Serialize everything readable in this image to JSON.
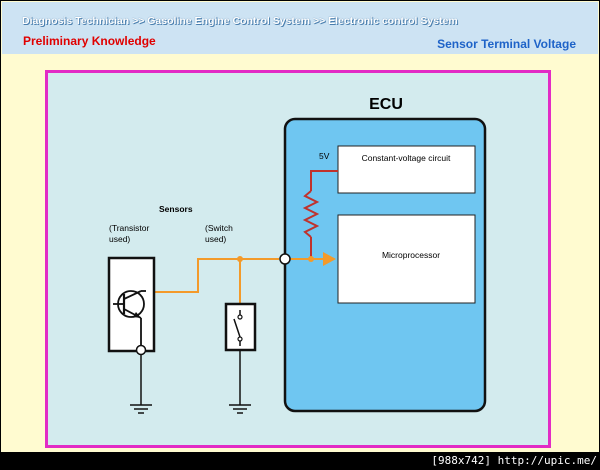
{
  "header": {
    "breadcrumb": "Diagnosis Technician >> Gasoline Engine Control System >> Electronic control System",
    "section_left": "Preliminary Knowledge",
    "section_right": "Sensor Terminal Voltage"
  },
  "diagram": {
    "ecu_label": "ECU",
    "voltage_label": "5V",
    "constant_voltage_label": "Constant-voltage circuit",
    "microprocessor_label": "Microprocessor",
    "sensors_label": "Sensors",
    "transistor_label_line1": "(Transistor",
    "transistor_label_line2": "used)",
    "switch_label_line1": "(Switch",
    "switch_label_line2": "used)"
  },
  "watermark": "[988x742] http://upic.me/",
  "colors": {
    "header_bg": "#cde3f3",
    "page_bg": "#fffbd0",
    "panel_border": "#e22bc5",
    "panel_bg": "#d3ebee",
    "ecu_fill": "#6fc6f1",
    "signal_wire": "#f39a2a",
    "resistor": "#c0322c",
    "title_red": "#e00000",
    "title_blue": "#1e63c8"
  },
  "icons": [
    "transistor-icon",
    "switch-icon",
    "ground-icon",
    "resistor-icon",
    "arrow-icon"
  ]
}
